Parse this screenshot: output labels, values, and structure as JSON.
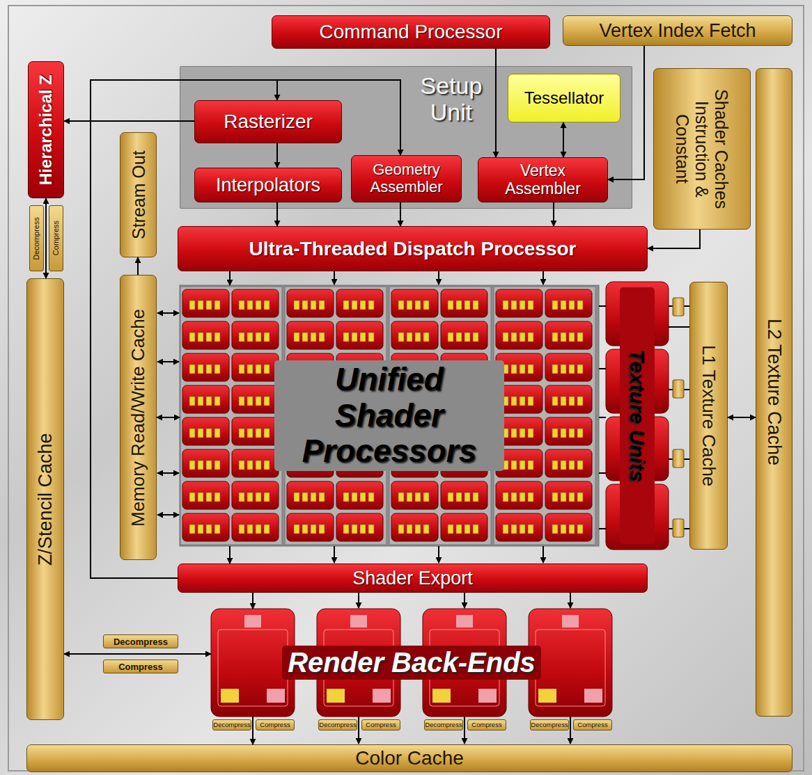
{
  "diagram": {
    "nodes": [
      {
        "text": [
          "Command Processor"
        ]
      },
      {
        "text": [
          "Vertex Index Fetch"
        ]
      },
      {
        "text": [
          "Setup Unit"
        ]
      },
      {
        "text": [
          "Rasterizer"
        ],
        "in": 2
      },
      {
        "text": [
          "Tessellator"
        ],
        "in": 2
      },
      {
        "text": [
          "Interpolators"
        ],
        "in": 2
      },
      {
        "text": [
          "Geometry Assembler"
        ],
        "in": 2
      },
      {
        "text": [
          "Vertex Assembler"
        ],
        "in": 2
      },
      {
        "text": [
          "Hierarchical Z"
        ]
      },
      {
        "text": [
          "Stream Out"
        ]
      },
      {
        "text": [
          "Shader Caches Instruction & Constant"
        ]
      },
      {
        "text": [
          "L2 Texture Cache"
        ]
      },
      {
        "text": [
          "Ultra-Threaded Dispatch Processor"
        ]
      },
      {
        "text": [
          "Memory Read/Write Cache"
        ]
      },
      {
        "text": [
          "Unified Shader Processors"
        ]
      },
      {
        "text": [
          "Texture Units"
        ]
      },
      {
        "text": [
          "L1 Texture Cache"
        ]
      },
      {
        "text": [
          "Z/Stencil Cache"
        ]
      },
      {
        "text": [
          "Shader Export"
        ]
      },
      {
        "text": [
          "Render Back-Ends"
        ]
      },
      {
        "text": [
          "Color Cache"
        ]
      }
    ],
    "edges": [
      {
        "from": 0,
        "to": 7,
        "arrow": "to"
      },
      {
        "from": 1,
        "to": 7,
        "arrow": "to"
      },
      {
        "from": 4,
        "to": 7,
        "arrow": "both"
      },
      {
        "from": 3,
        "to": 5,
        "arrow": "to"
      },
      {
        "from": 3,
        "to": 8,
        "arrow": "to"
      },
      {
        "from": 18,
        "to": 3,
        "arrow": "to"
      },
      {
        "from": 18,
        "to": 6,
        "arrow": "to"
      },
      {
        "from": 5,
        "to": 12,
        "arrow": "to"
      },
      {
        "from": 6,
        "to": 12,
        "arrow": "to"
      },
      {
        "from": 7,
        "to": 12,
        "arrow": "to"
      },
      {
        "from": 10,
        "to": 12,
        "arrow": "to"
      },
      {
        "from": 12,
        "to": 14,
        "arrow": "to"
      },
      {
        "from": 14,
        "to": 18,
        "arrow": "to"
      },
      {
        "from": 13,
        "to": 14,
        "arrow": "both"
      },
      {
        "from": 13,
        "to": 9,
        "arrow": "to"
      },
      {
        "from": 14,
        "to": 15,
        "arrow": "none"
      },
      {
        "from": 15,
        "to": 16,
        "arrow": "none"
      },
      {
        "from": 16,
        "to": 11,
        "arrow": "both"
      },
      {
        "from": 18,
        "to": 19,
        "arrow": "to"
      },
      {
        "from": 19,
        "to": 20,
        "arrow": "to"
      },
      {
        "from": 19,
        "to": 17,
        "arrow": "both"
      },
      {
        "from": 17,
        "to": 8,
        "arrow": "both"
      }
    ],
    "labels": [
      "Decompress",
      "Compress",
      "Decompress",
      "Compress",
      "Decompress",
      "Compress",
      "Decompress",
      "Compress",
      "Decompress",
      "Compress",
      "Decompress",
      "Compress"
    ]
  }
}
